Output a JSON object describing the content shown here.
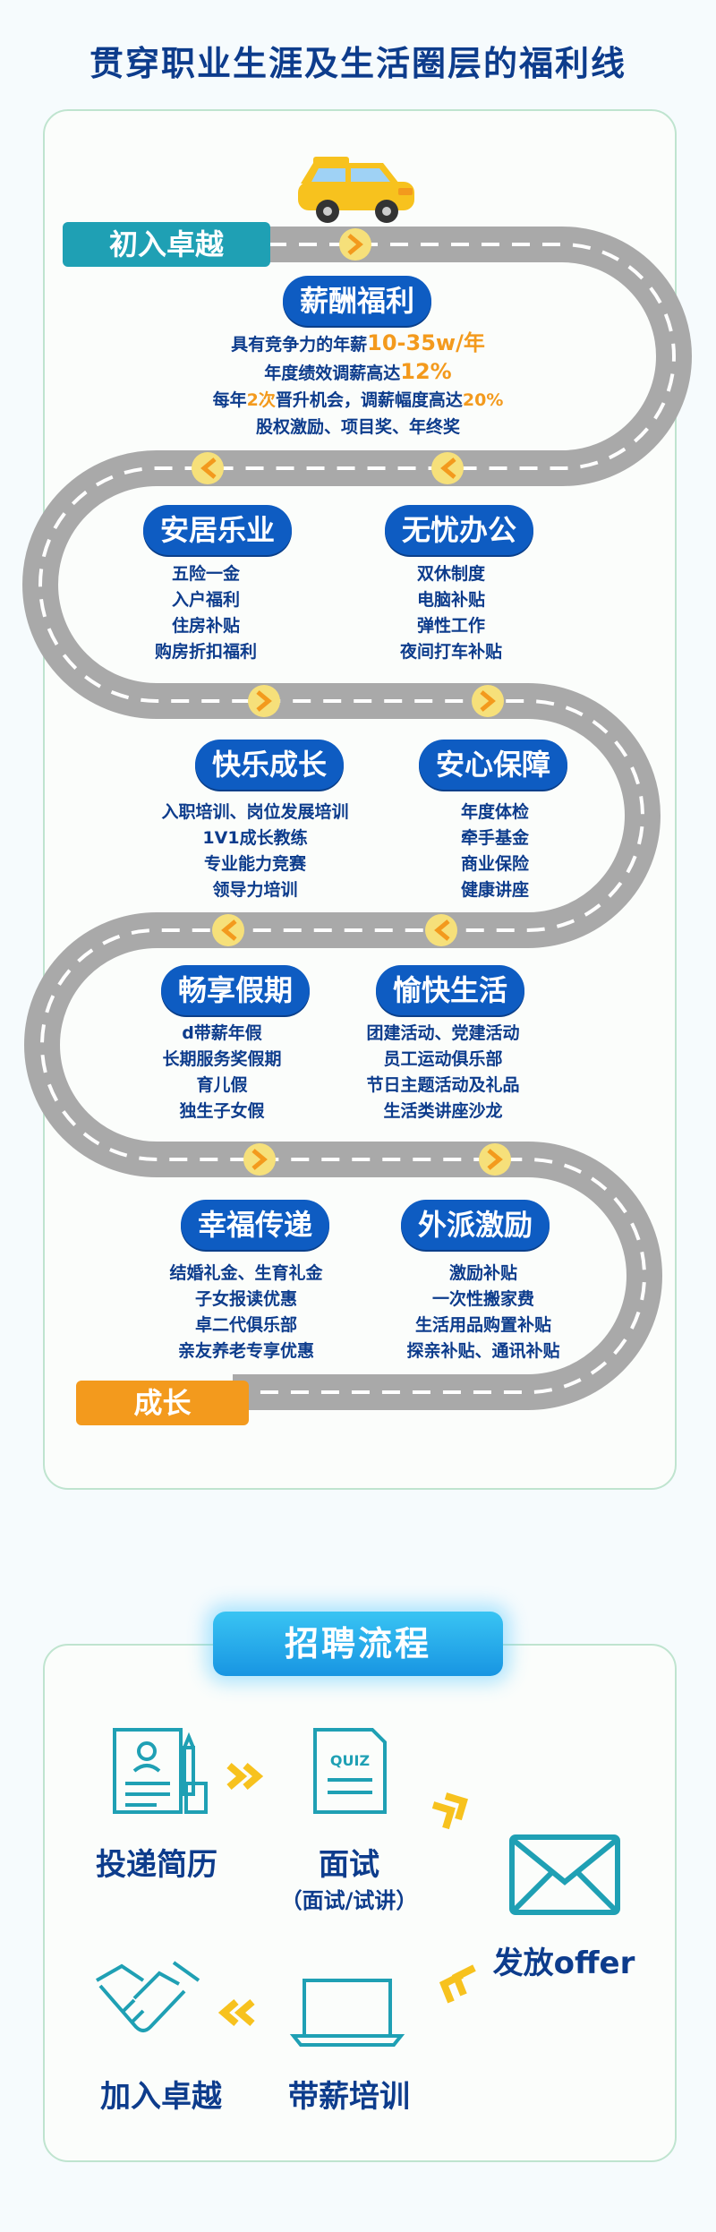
{
  "main_title": "贯穿职业生涯及生活圈层的福利线",
  "start_badge": "初入卓越",
  "end_badge": "成长",
  "colors": {
    "navy": "#0d3c8c",
    "pill_blue": "#0e5cc2",
    "teal": "#1fa0b4",
    "orange": "#f39a1d",
    "road_gray": "#a9a9a9"
  },
  "salary": {
    "title": "薪酬福利",
    "line1_prefix": "具有竞争力的年薪",
    "line1_highlight": "10-35w/年",
    "line2_prefix": "年度绩效调薪高达",
    "line2_highlight": "12%",
    "line3_a": "每年",
    "line3_hl1": "2次",
    "line3_b": "晋升机会，调薪幅度高达",
    "line3_hl2": "20%",
    "line4": "股权激励、项目奖、年终奖"
  },
  "groups": [
    {
      "title": "安居乐业",
      "items": [
        "五险一金",
        "入户福利",
        "住房补贴",
        "购房折扣福利"
      ]
    },
    {
      "title": "无忧办公",
      "items": [
        "双休制度",
        "电脑补贴",
        "弹性工作",
        "夜间打车补贴"
      ]
    },
    {
      "title": "快乐成长",
      "items": [
        "入职培训、岗位发展培训",
        "1V1成长教练",
        "专业能力竞赛",
        "领导力培训"
      ]
    },
    {
      "title": "安心保障",
      "items": [
        "年度体检",
        "牵手基金",
        "商业保险",
        "健康讲座"
      ]
    },
    {
      "title": "畅享假期",
      "items": [
        "d带薪年假",
        "长期服务奖假期",
        "育儿假",
        "独生子女假"
      ]
    },
    {
      "title": "愉快生活",
      "items": [
        "团建活动、党建活动",
        "员工运动俱乐部",
        "节日主题活动及礼品",
        "生活类讲座沙龙"
      ]
    },
    {
      "title": "幸福传递",
      "items": [
        "结婚礼金、生育礼金",
        "子女报读优惠",
        "卓二代俱乐部",
        "亲友养老专享优惠"
      ]
    },
    {
      "title": "外派激励",
      "items": [
        "激励补贴",
        "一次性搬家费",
        "生活用品购置补贴",
        "探亲补贴、通讯补贴"
      ]
    }
  ],
  "recruit": {
    "title": "招聘流程",
    "steps": {
      "resume": "投递简历",
      "interview": "面试",
      "interview_sub": "（面试/试讲）",
      "offer": "发放offer",
      "training": "带薪培训",
      "join": "加入卓越"
    },
    "quiz_label": "QUIZ"
  }
}
